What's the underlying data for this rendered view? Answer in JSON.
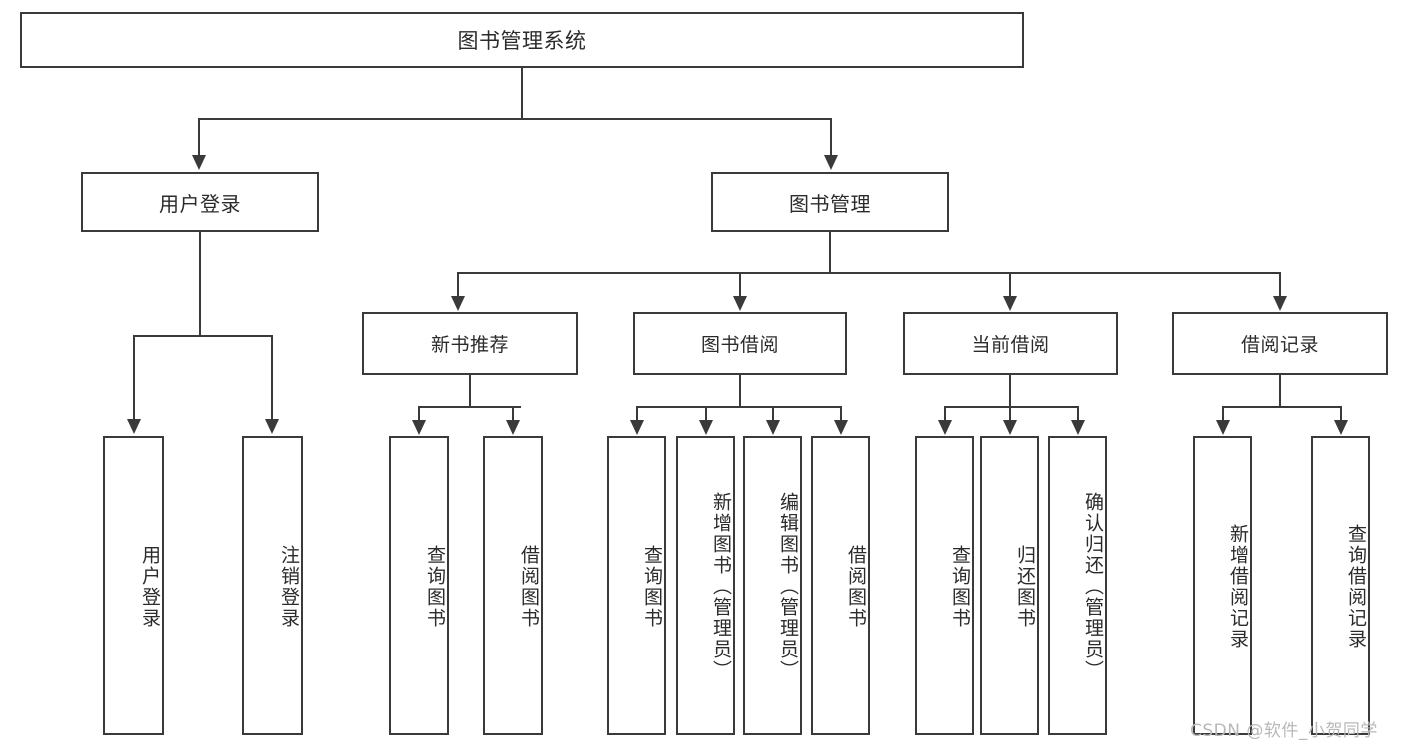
{
  "diagram": {
    "title": "图书管理系统",
    "root": {
      "label": "图书管理系统"
    },
    "level2": [
      {
        "label": "用户登录"
      },
      {
        "label": "图书管理"
      }
    ],
    "level3": [
      {
        "label": "新书推荐"
      },
      {
        "label": "图书借阅"
      },
      {
        "label": "当前借阅"
      },
      {
        "label": "借阅记录"
      }
    ],
    "leaves": {
      "user_login": [
        {
          "label": "用户登录"
        },
        {
          "label": "注销登录"
        }
      ],
      "new_book_recommend": [
        {
          "label": "查询图书"
        },
        {
          "label": "借阅图书"
        }
      ],
      "book_borrow": [
        {
          "label": "查询图书"
        },
        {
          "label": "新增图书（管理员）"
        },
        {
          "label": "编辑图书（管理员）"
        },
        {
          "label": "借阅图书"
        }
      ],
      "current_borrow": [
        {
          "label": "查询图书"
        },
        {
          "label": "归还图书"
        },
        {
          "label": "确认归还（管理员）"
        }
      ],
      "borrow_record": [
        {
          "label": "新增借阅记录"
        },
        {
          "label": "查询借阅记录"
        }
      ]
    }
  },
  "watermark": {
    "text": "CSDN @软件_小贺同学"
  },
  "colors": {
    "stroke": "#3a3a3a",
    "text": "#2b2b2b",
    "background": "#ffffff",
    "watermark": "#b8b8b8"
  }
}
